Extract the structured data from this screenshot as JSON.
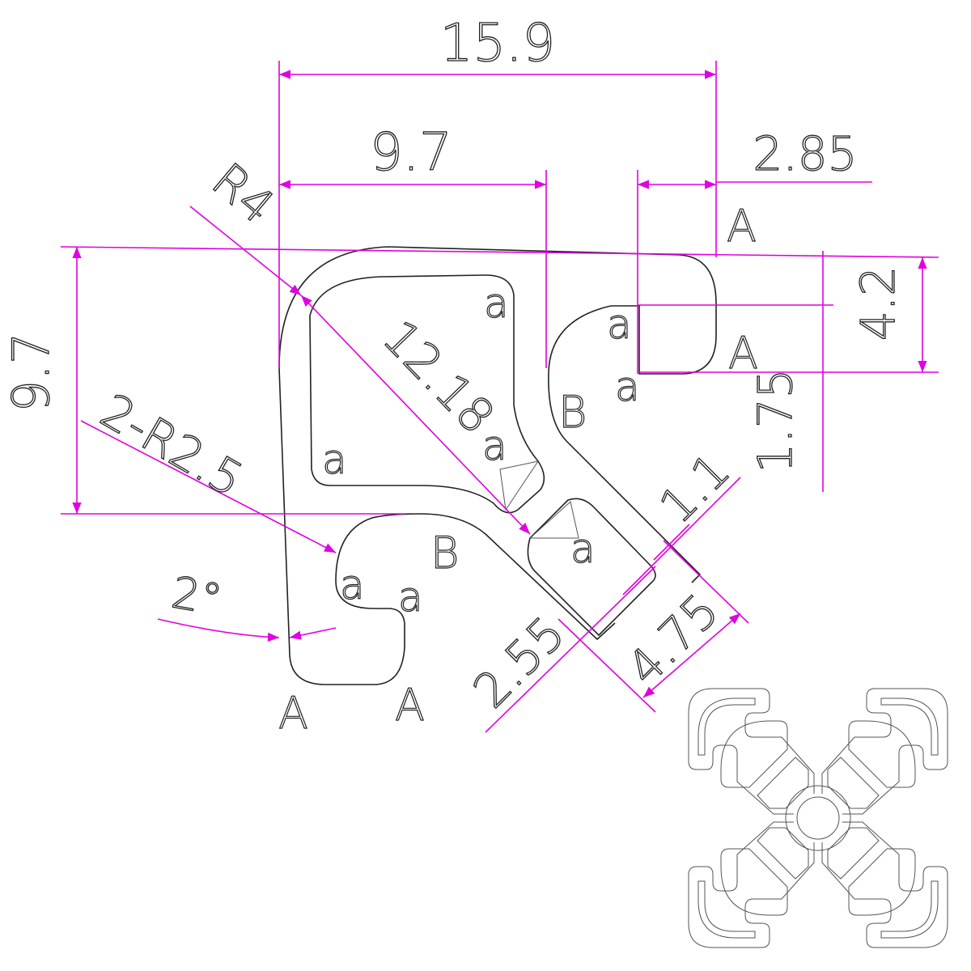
{
  "dimensions": {
    "overall_width": "15.9",
    "inner_width": "9.7",
    "slot_offset": "2.85",
    "corner_radius": "R4",
    "height": "9.7",
    "fillet_radius": "2-R2.5",
    "diagonal": "12.18",
    "slot_depth": "4.2",
    "lip_height": "1.75",
    "web_thickness": "1.1",
    "slot_width": "4.75",
    "wall": "2.55",
    "draft_angle": "2°"
  },
  "region_labels": {
    "a": "a",
    "A": "A",
    "B": "B"
  },
  "colors": {
    "dimension": "#e000e0",
    "outline": "#222222"
  }
}
